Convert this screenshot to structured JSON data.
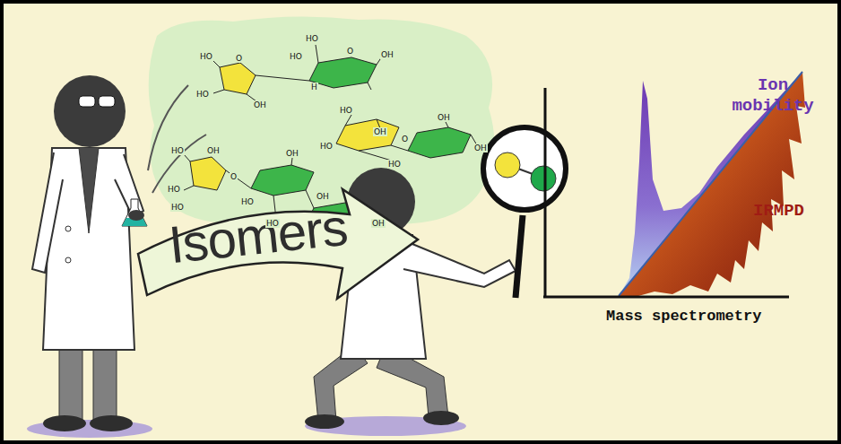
{
  "diagram": {
    "nodes": [
      {
        "text": [
          "Isomers"
        ]
      }
    ],
    "labels": [
      "Ion mobility",
      "IRMPD",
      "Mass spectrometry",
      "HO",
      "O",
      "HO",
      "OH",
      "HO",
      "HO",
      "O",
      "OH",
      "H",
      "HO",
      "OH",
      "HO",
      "O",
      "OH",
      "OH",
      "HO",
      "HO",
      "OH",
      "HO",
      "HO",
      "O",
      "OH",
      "HO",
      "OH",
      "HO",
      "OH"
    ]
  }
}
